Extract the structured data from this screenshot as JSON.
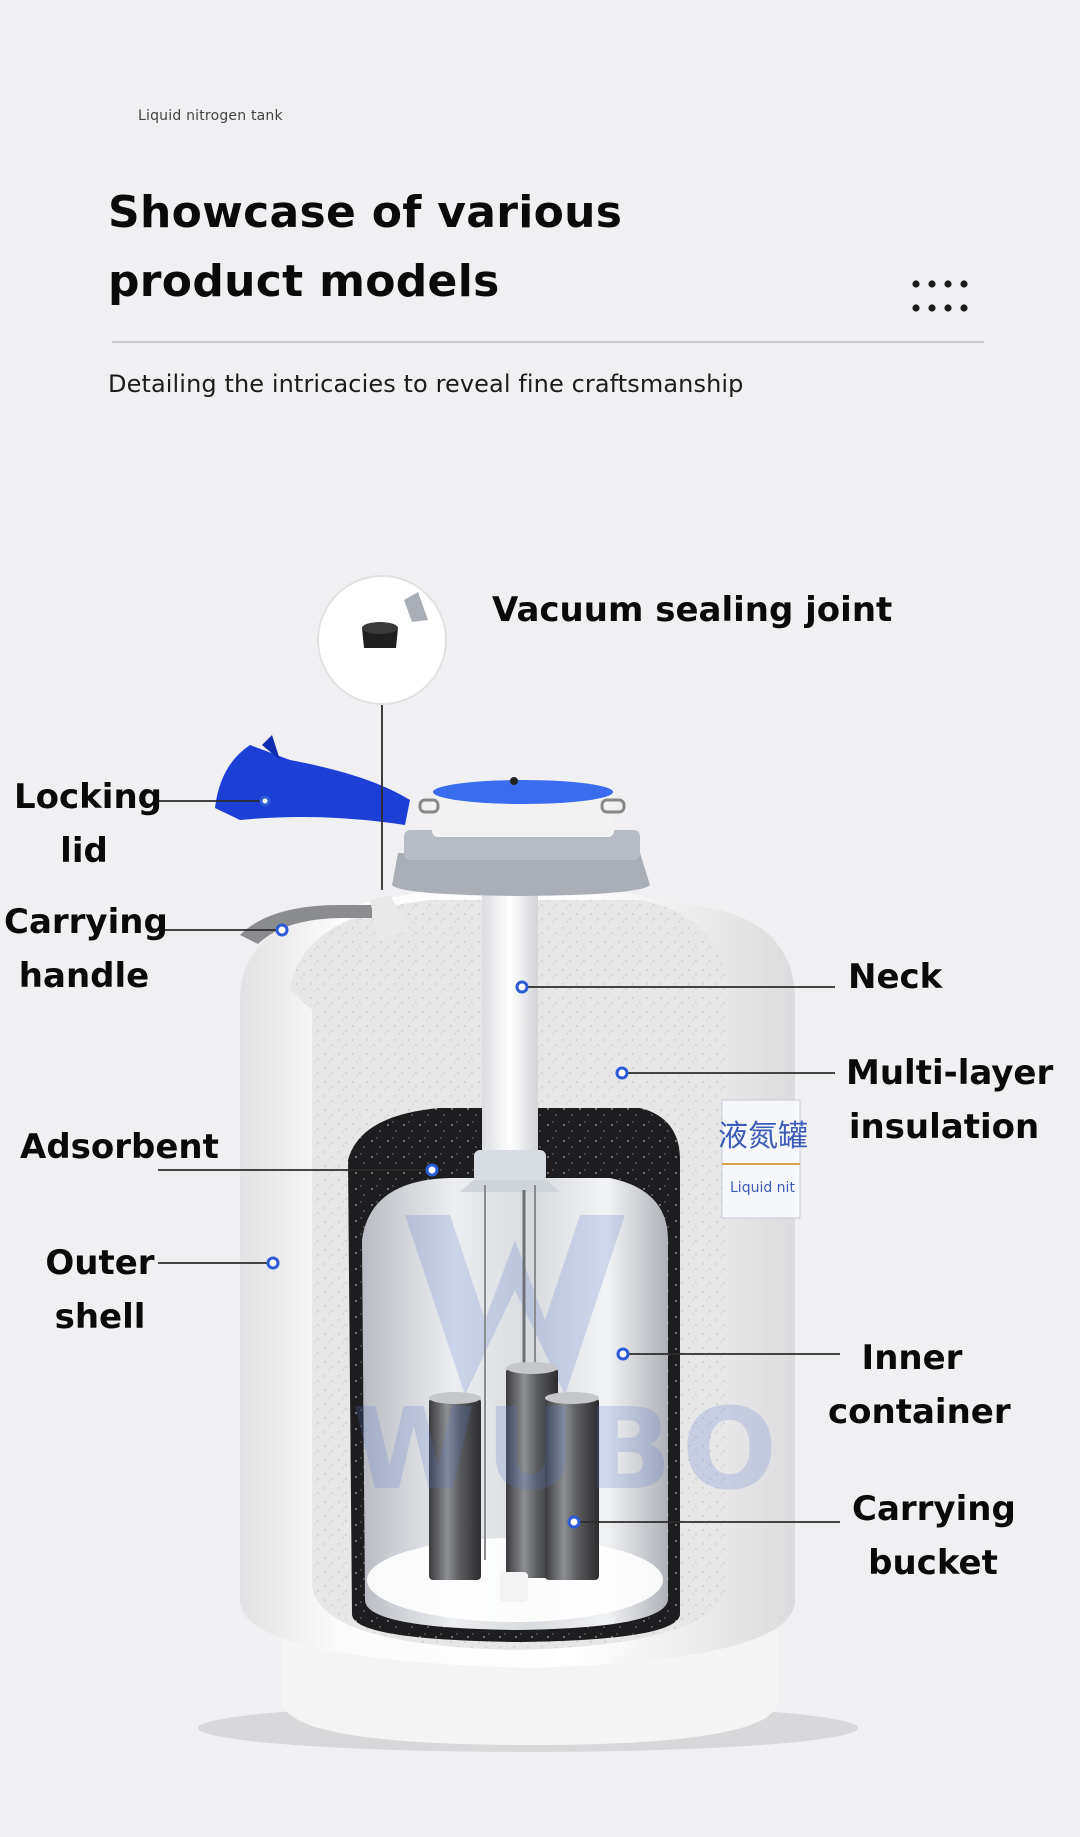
{
  "header": {
    "top_label": "Liquid nitrogen tank",
    "title_line1": "Showcase of various",
    "title_line2": "product models",
    "subtitle": "Detailing the intricacies to reveal fine craftsmanship"
  },
  "tank": {
    "chinese_label": "液氮罐",
    "english_label": "Liquid nit",
    "watermark_icon": "w-letter-logo",
    "watermark_text": "WUBO"
  },
  "callouts": {
    "vacuum_sealing_joint": "Vacuum sealing joint",
    "locking_lid": [
      "Locking",
      "lid"
    ],
    "carrying_handle": [
      "Carrying",
      "handle"
    ],
    "neck": "Neck",
    "multi_layer_insulation": [
      "Multi-layer",
      "insulation"
    ],
    "adsorbent": "Adsorbent",
    "outer_shell": [
      "Outer",
      "shell"
    ],
    "inner_container": [
      "Inner",
      "container"
    ],
    "carrying_bucket": [
      "Carrying",
      "bucket"
    ]
  },
  "colors": {
    "background": "#f0f0f2",
    "lid_blue": "#1c3fd6",
    "marker_blue": "#2d5bd8",
    "shell_white": "#fafafa",
    "cap_grey": "#a9aeb7"
  }
}
